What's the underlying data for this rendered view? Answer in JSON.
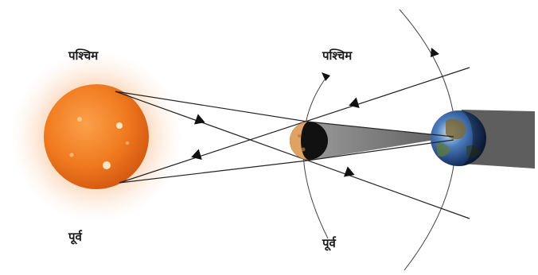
{
  "labels": {
    "sun_west": "पश्चिम",
    "sun_east": "पूर्व",
    "moon_orbit_west": "पश्चिम",
    "moon_orbit_east": "पूर्व"
  },
  "colors": {
    "sun_core": "#f0781e",
    "sun_glow": "#f9c9a2",
    "earth_shadow": "#5a5a5a",
    "moon_lit": "#e0a262",
    "moon_dark": "#111111",
    "earth_ocean": "#2a5fa8",
    "earth_land": "#7a6a3a"
  },
  "icons": [
    "sun-icon",
    "moon-icon",
    "earth-icon",
    "arrowhead-icon"
  ]
}
